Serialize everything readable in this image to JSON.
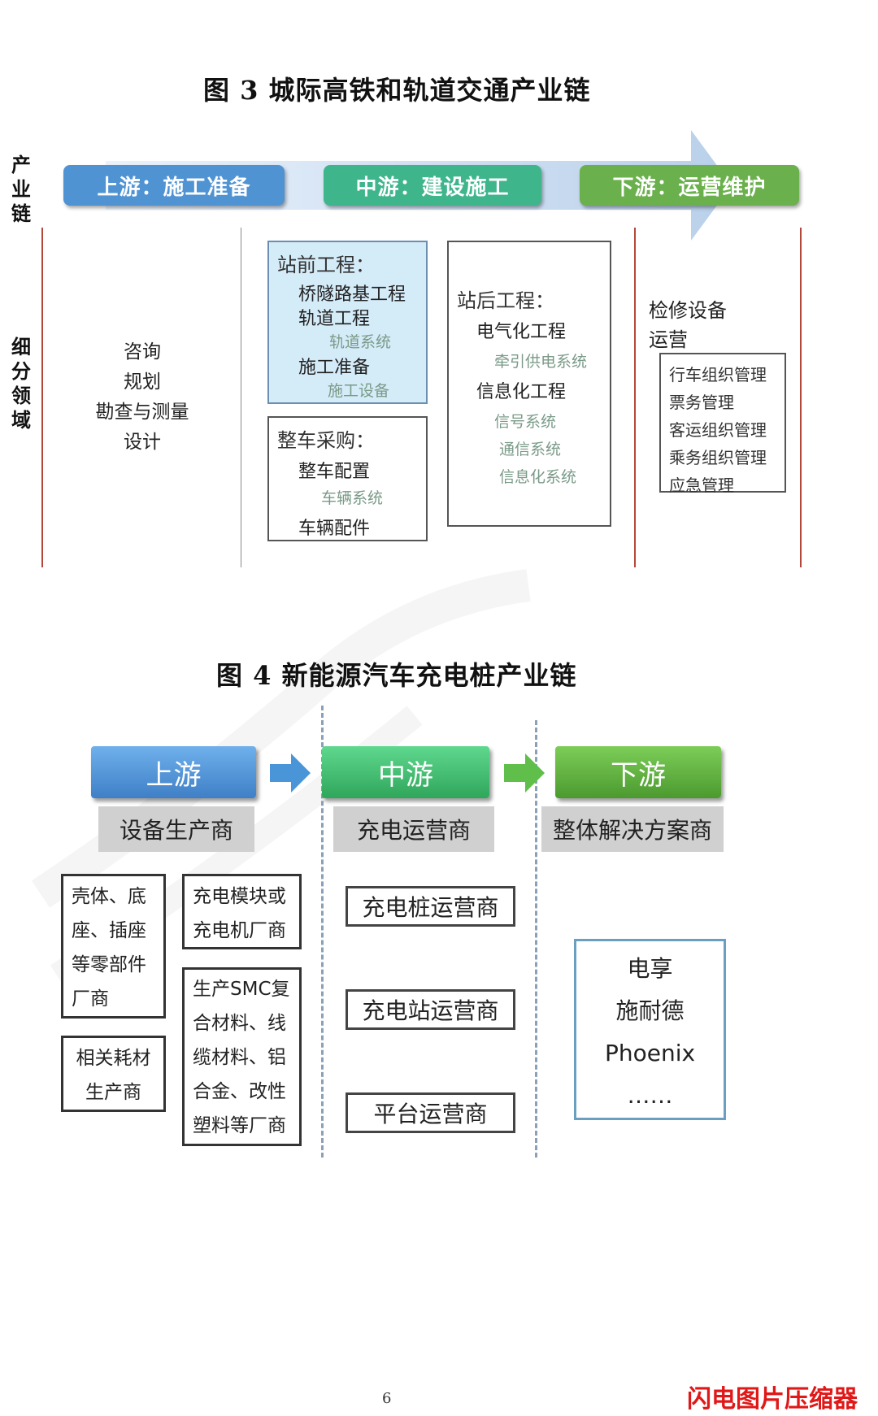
{
  "figure3": {
    "title": "图 3  城际高铁和轨道交通产业链",
    "side_labels": {
      "chain": "产业链",
      "domain": "细分领域"
    },
    "stages": [
      {
        "label": "上游：施工准备",
        "color": "#4f93d3"
      },
      {
        "label": "中游：建设施工",
        "color": "#3fb58c"
      },
      {
        "label": "下游：运营维护",
        "color": "#6ab04c"
      }
    ],
    "upstream_items": [
      "咨询",
      "规划",
      "勘查与测量",
      "设计"
    ],
    "station_front": {
      "heading": "站前工程：",
      "item1": "桥隧路基工程",
      "item2": "轨道工程",
      "sub2": "轨道系统",
      "item3": "施工准备",
      "sub3": "施工设备"
    },
    "vehicle_purchase": {
      "heading": "整车采购：",
      "item1": "整车配置",
      "sub1": "车辆系统",
      "item2": "车辆配件"
    },
    "station_back": {
      "heading": "站后工程：",
      "item1": "电气化工程",
      "sub1": "牵引供电系统",
      "item2": "信息化工程",
      "sub2a": "信号系统",
      "sub2b": "通信系统",
      "sub2c": "信息化系统"
    },
    "downstream": {
      "item1": "检修设备",
      "item2": "运营",
      "ops": [
        "行车组织管理",
        "票务管理",
        "客运组织管理",
        "乘务组织管理",
        "应急管理"
      ]
    }
  },
  "figure4": {
    "title": "图 4  新能源汽车充电桩产业链",
    "stages": [
      {
        "label": "上游",
        "sub": "设备生产商",
        "color": "#4a8fd6"
      },
      {
        "label": "中游",
        "sub": "充电运营商",
        "color": "#3fbf74"
      },
      {
        "label": "下游",
        "sub": "整体解决方案商",
        "color": "#5aab3c"
      }
    ],
    "upstream_boxes": {
      "shell": [
        "壳体、底",
        "座、插座",
        "等零部件",
        "厂商"
      ],
      "module": [
        "充电模块或",
        "充电机厂商"
      ],
      "consumables": [
        "相关耗材",
        "生产商"
      ],
      "materials": [
        "生产SMC复",
        "合材料、线",
        "缆材料、铝",
        "合金、改性",
        "塑料等厂商"
      ]
    },
    "operators": [
      "充电桩运营商",
      "充电站运营商",
      "平台运营商"
    ],
    "downstream_list": [
      "电享",
      "施耐德",
      "Phoenix",
      "……"
    ]
  },
  "footer": {
    "page_number": "6",
    "watermark": "闪电图片压缩器"
  }
}
